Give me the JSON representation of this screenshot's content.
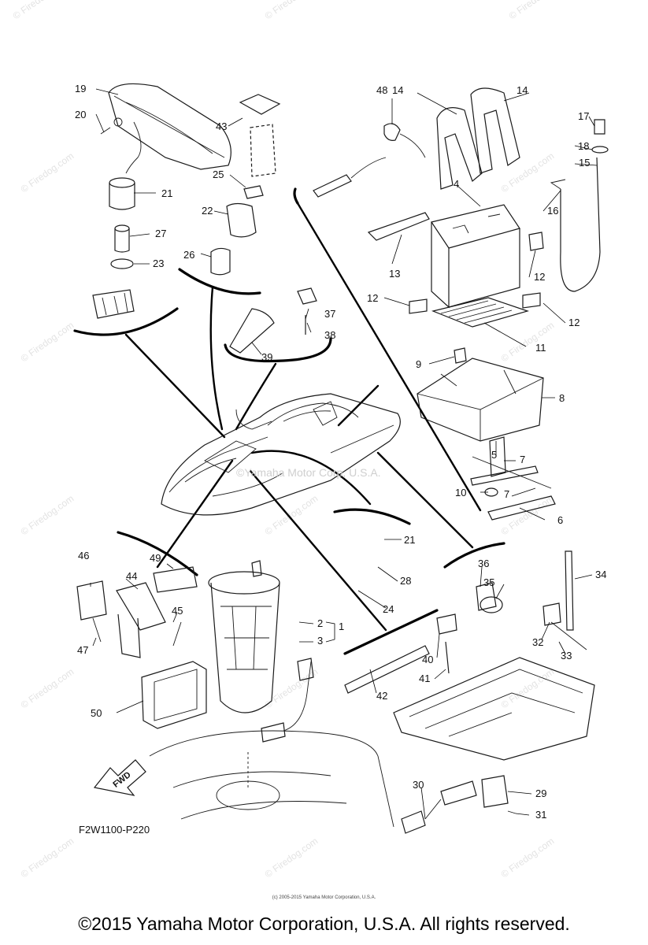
{
  "watermark": "© Firedog.com",
  "embedded_watermark": "©Yamaha Motor Corp, U.S.A.",
  "diagram_code": "F2W1100-P220",
  "fwd_label": "FWD",
  "micro_copyright": "(c) 2005-2015 Yamaha Motor Corporation, U.S.A.",
  "footer": "©2015 Yamaha Motor Corporation, U.S.A. All rights reserved.",
  "callouts": [
    "1",
    "2",
    "3",
    "4",
    "5",
    "6",
    "7",
    "7",
    "8",
    "9",
    "10",
    "11",
    "12",
    "12",
    "12",
    "13",
    "14",
    "14",
    "15",
    "16",
    "17",
    "18",
    "19",
    "20",
    "21",
    "21",
    "22",
    "23",
    "24",
    "25",
    "26",
    "27",
    "28",
    "29",
    "30",
    "31",
    "32",
    "33",
    "34",
    "35",
    "36",
    "37",
    "38",
    "39",
    "40",
    "41",
    "42",
    "43",
    "44",
    "45",
    "46",
    "47",
    "48",
    "49",
    "50"
  ]
}
